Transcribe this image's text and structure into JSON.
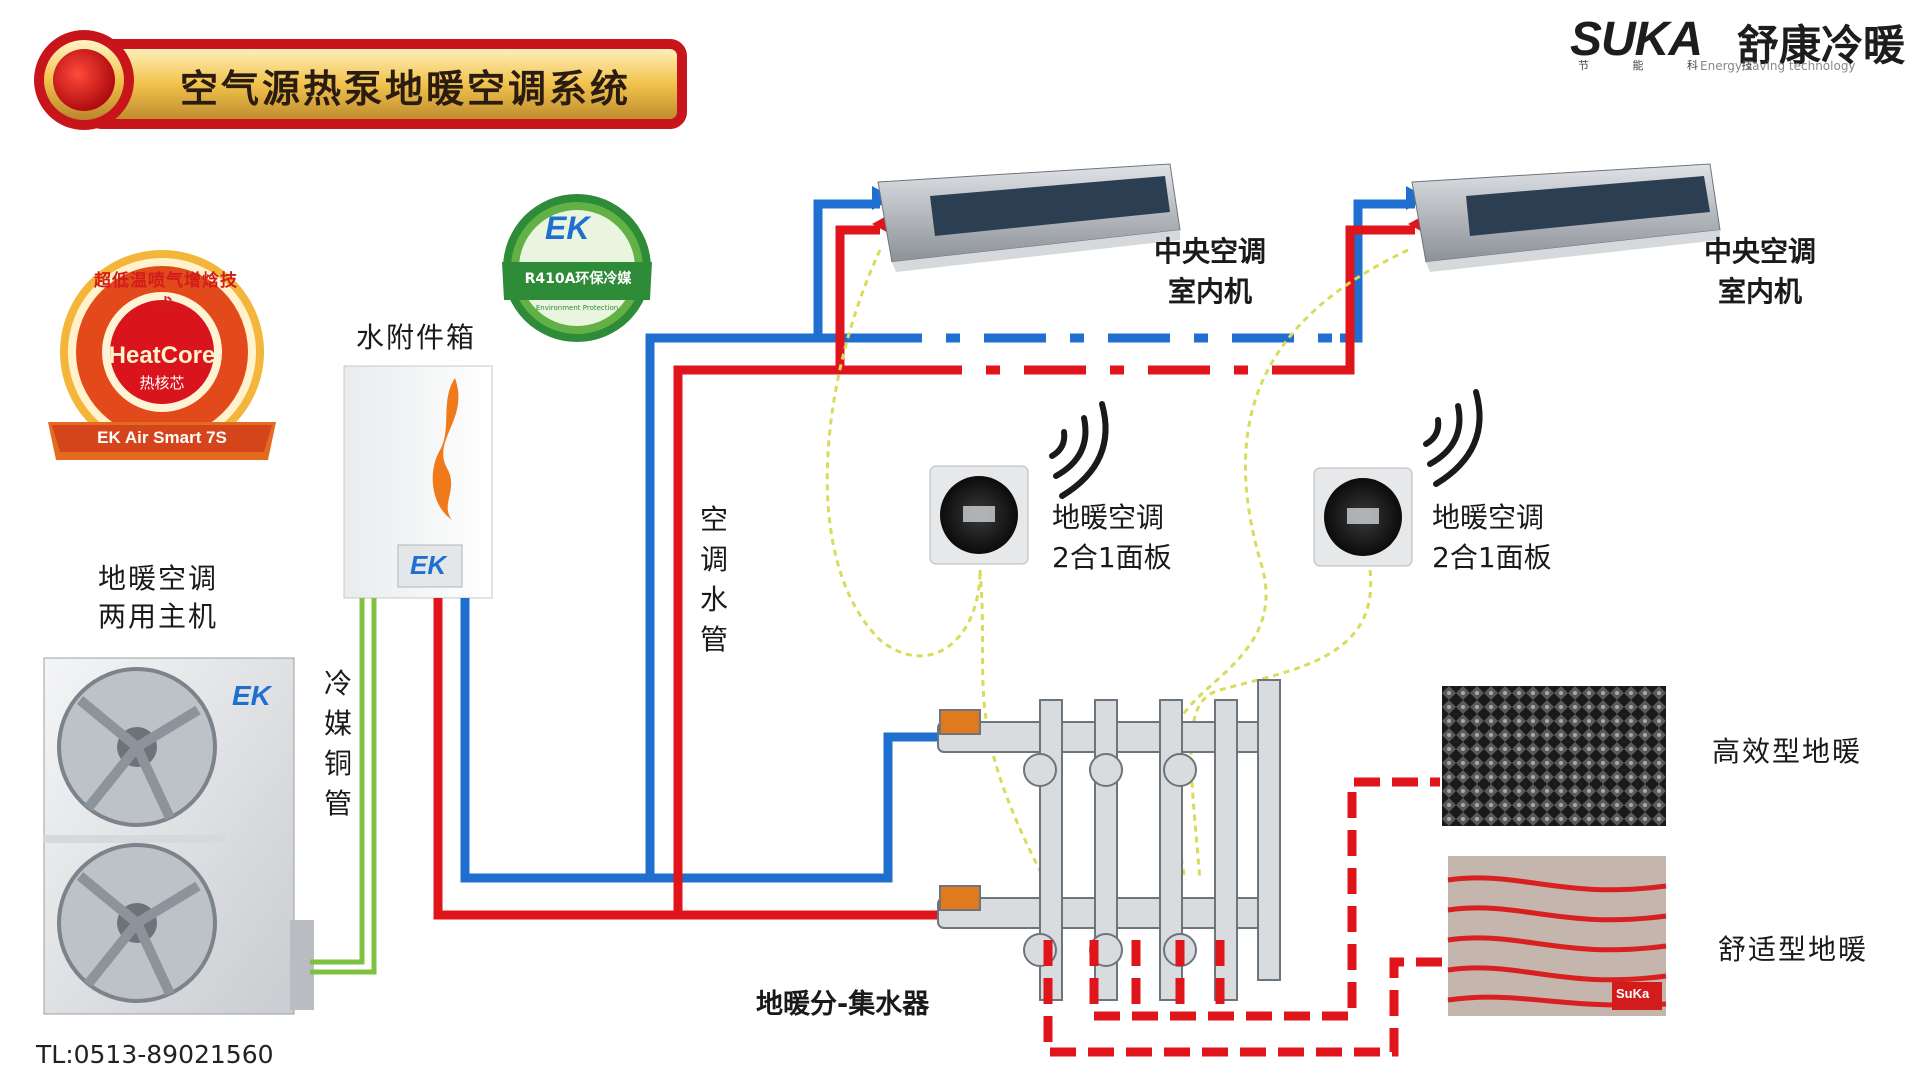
{
  "title": "空气源热泵地暖空调系统",
  "logo": {
    "brand": "SUKA",
    "brand_cn": "舒康冷暖",
    "tagline_cn": "节 能 科 技",
    "tagline_en": "Energy saving technology"
  },
  "heatcore_badge": {
    "arc_text": "超低温喷气增焓技术",
    "main": "HeatCore",
    "sub": "热核芯",
    "ribbon": "EK Air Smart 7S"
  },
  "eco_badge": {
    "brand": "EK",
    "text": "R410A环保冷媒",
    "small": "Environment Protection"
  },
  "labels": {
    "water_box": "水附件箱",
    "host": [
      "地暖空调",
      "两用主机"
    ],
    "refrigerant": [
      "冷",
      "媒",
      "铜",
      "管"
    ],
    "ac_water_pipe": [
      "空",
      "调",
      "水",
      "管"
    ],
    "indoor_unit_1": [
      "中央空调",
      "室内机"
    ],
    "indoor_unit_2": [
      "中央空调",
      "室内机"
    ],
    "panel_1": [
      "地暖空调",
      "2合1面板"
    ],
    "panel_2": [
      "地暖空调",
      "2合1面板"
    ],
    "manifold": "地暖分-集水器",
    "floor_high": "高效型地暖",
    "floor_comfort": "舒适型地暖",
    "ek_mark": "EK",
    "suka_mark": "SuKa"
  },
  "tel": "TL:0513-89021560",
  "colors": {
    "supply_blue": "#1f6fd0",
    "return_red": "#e0141b",
    "copper_green": "#7fc241",
    "signal_yellow": "#d8dc5a",
    "banner_red": "#c8141b",
    "banner_gold": "#f2c24d"
  }
}
